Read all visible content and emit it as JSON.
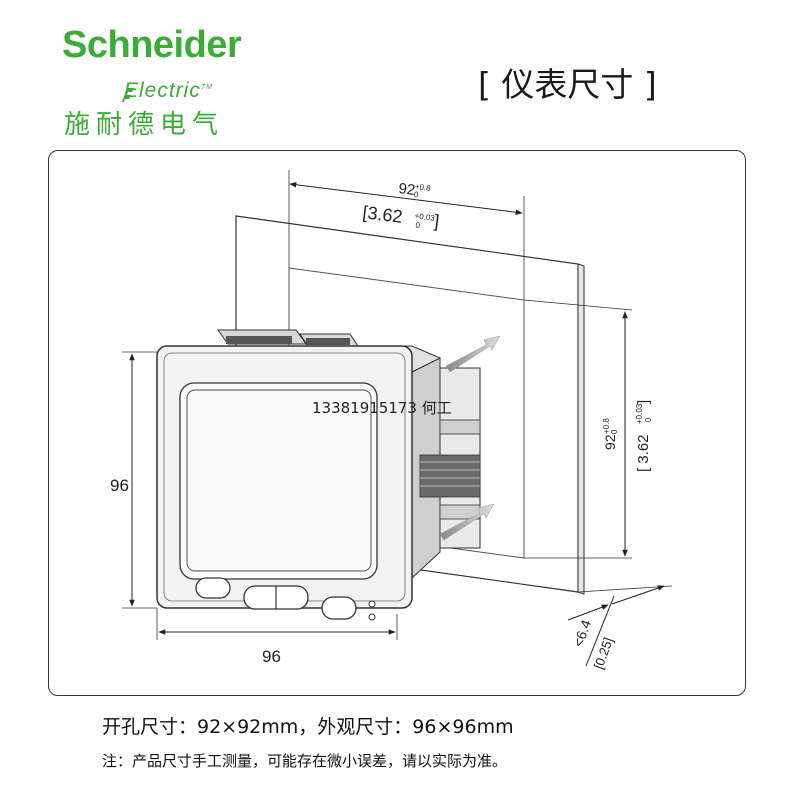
{
  "brand": {
    "wordmark": "Schneider",
    "sub": "Electric",
    "tm": "TM",
    "cn": "施耐德电气",
    "color": "#3dab37"
  },
  "title": "[ 仪表尺寸 ]",
  "drawing": {
    "cutout_width_label": "92",
    "cutout_width_tol_upper": "+0.8",
    "cutout_width_tol_lower": "0",
    "cutout_width_inch": "[3.62",
    "cutout_width_inch_tol_upper": "+0.03",
    "cutout_width_inch_tol_lower": "0",
    "cutout_width_inch_close": "]",
    "cutout_height_label": "92",
    "cutout_height_tol_upper": "+0.8",
    "cutout_height_tol_lower": "0",
    "cutout_height_inch": "[ 3.62",
    "cutout_height_inch_tol_upper": "+0.03",
    "cutout_height_inch_tol_lower": "0",
    "cutout_height_inch_close": "]",
    "front_height_label": "96",
    "front_width_label": "96",
    "depth_label": "<6.4",
    "depth_inch": "[0.25]",
    "watermark": "13381915173 何工"
  },
  "footer": {
    "line1": "开孔尺寸：92×92mm，外观尺寸：96×96mm",
    "line2": "注：产品尺寸手工测量，可能存在微小误差，请以实际为准。"
  }
}
